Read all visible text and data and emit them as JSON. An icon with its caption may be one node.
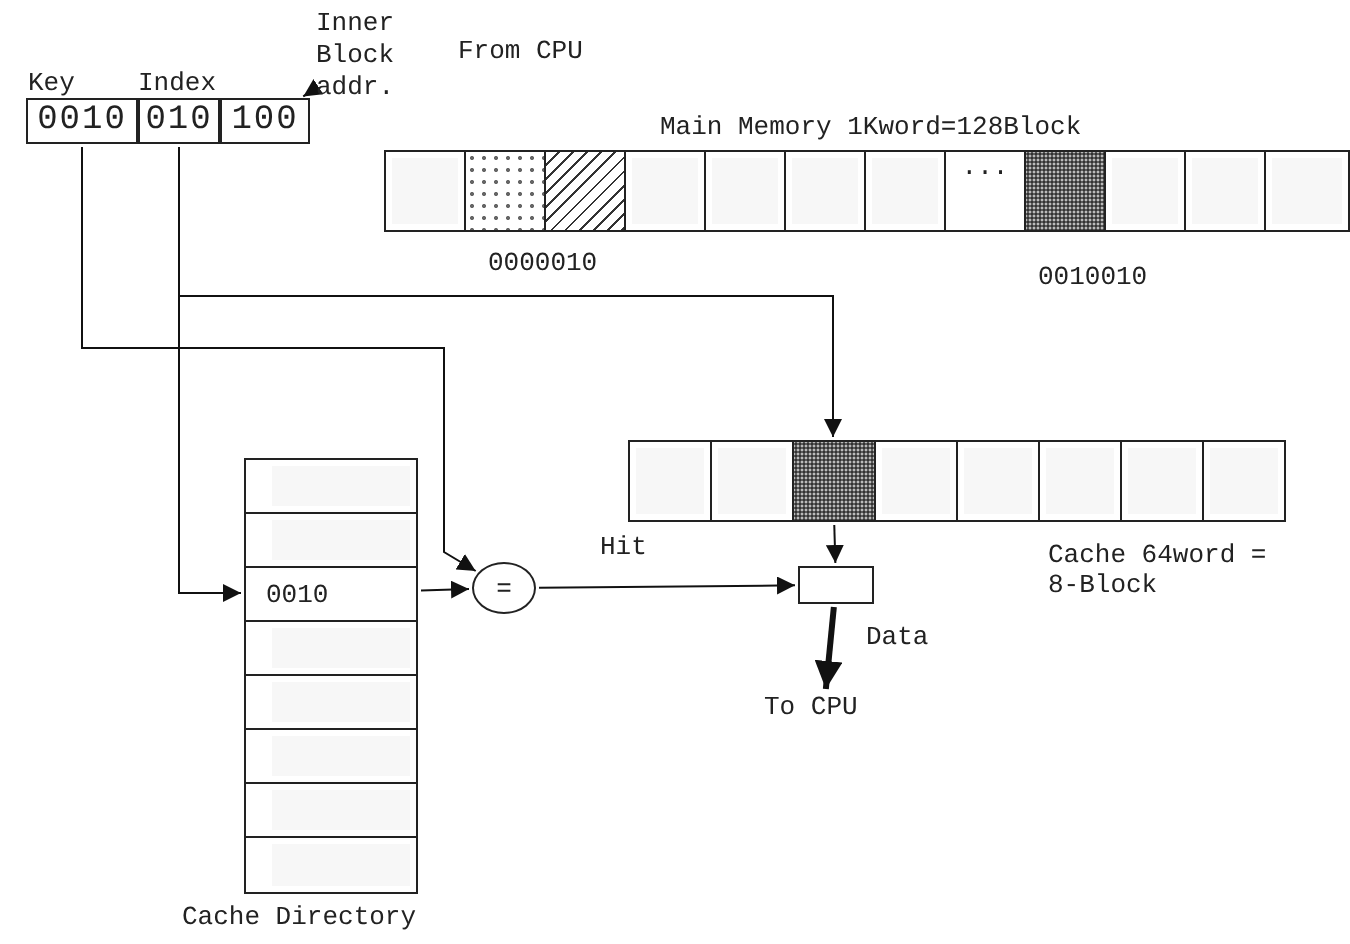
{
  "diagram": {
    "nodes": [
      {
        "text": [
          "0010"
        ],
        "beside": [
          "Key"
        ]
      },
      {
        "text": [
          "010"
        ],
        "beside": [
          "Index"
        ]
      },
      {
        "text": [
          "100"
        ]
      },
      {
        "text": [
          "Inner Block addr."
        ]
      },
      {
        "text": [
          "Main Memory 1Kword=128Block"
        ]
      },
      {
        "text": [],
        "shape": "box",
        "in": 4
      },
      {
        "text": [],
        "shape": "box",
        "in": 4
      },
      {
        "text": [],
        "shape": "box",
        "in": 4
      },
      {
        "text": [],
        "shape": "box",
        "in": 4
      },
      {
        "text": [],
        "shape": "box",
        "in": 4
      },
      {
        "text": [],
        "shape": "box",
        "in": 4
      },
      {
        "text": [],
        "shape": "box",
        "in": 4
      },
      {
        "text": [
          "..."
        ],
        "in": 4
      },
      {
        "text": [],
        "shape": "box",
        "in": 4
      },
      {
        "text": [],
        "shape": "box",
        "in": 4
      },
      {
        "text": [],
        "shape": "box",
        "in": 4
      },
      {
        "text": [],
        "shape": "box",
        "in": 4
      },
      {
        "text": [
          "Cache 64word = 8-Block"
        ]
      },
      {
        "text": [],
        "shape": "box",
        "in": 17
      },
      {
        "text": [],
        "shape": "box",
        "in": 17
      },
      {
        "text": [],
        "shape": "box",
        "in": 17
      },
      {
        "text": [],
        "shape": "box",
        "in": 17
      },
      {
        "text": [],
        "shape": "box",
        "in": 17
      },
      {
        "text": [],
        "shape": "box",
        "in": 17
      },
      {
        "text": [],
        "shape": "box",
        "in": 17
      },
      {
        "text": [],
        "shape": "box",
        "in": 17
      },
      {
        "text": [
          "Cache Directory"
        ]
      },
      {
        "text": [],
        "shape": "box",
        "in": 26
      },
      {
        "text": [],
        "shape": "box",
        "in": 26
      },
      {
        "text": [
          "0010"
        ],
        "in": 26
      },
      {
        "text": [],
        "shape": "box",
        "in": 26
      },
      {
        "text": [],
        "shape": "box",
        "in": 26
      },
      {
        "text": [],
        "shape": "box",
        "in": 26
      },
      {
        "text": [],
        "shape": "box",
        "in": 26
      },
      {
        "text": [],
        "shape": "box",
        "in": 26
      },
      {
        "text": [
          "="
        ]
      },
      {
        "text": [],
        "shape": "box"
      },
      {
        "text": [
          "To CPU"
        ]
      }
    ],
    "edges": [
      {
        "from": 3,
        "to": 2,
        "arrow": "to"
      },
      {
        "from": 0,
        "to": 35,
        "arrow": "to"
      },
      {
        "from": 1,
        "to": 29,
        "arrow": "to"
      },
      {
        "from": 1,
        "to": 20,
        "arrow": "to"
      },
      {
        "from": 29,
        "to": 35,
        "arrow": "to"
      },
      {
        "from": 35,
        "to": 36,
        "arrow": "to",
        "label": "Hit"
      },
      {
        "from": 20,
        "to": 36,
        "arrow": "to"
      },
      {
        "from": 36,
        "to": 37,
        "arrow": "to",
        "label": "Data",
        "style": "thick"
      }
    ],
    "labels": [
      "From CPU",
      "0000010",
      "0010010"
    ]
  }
}
